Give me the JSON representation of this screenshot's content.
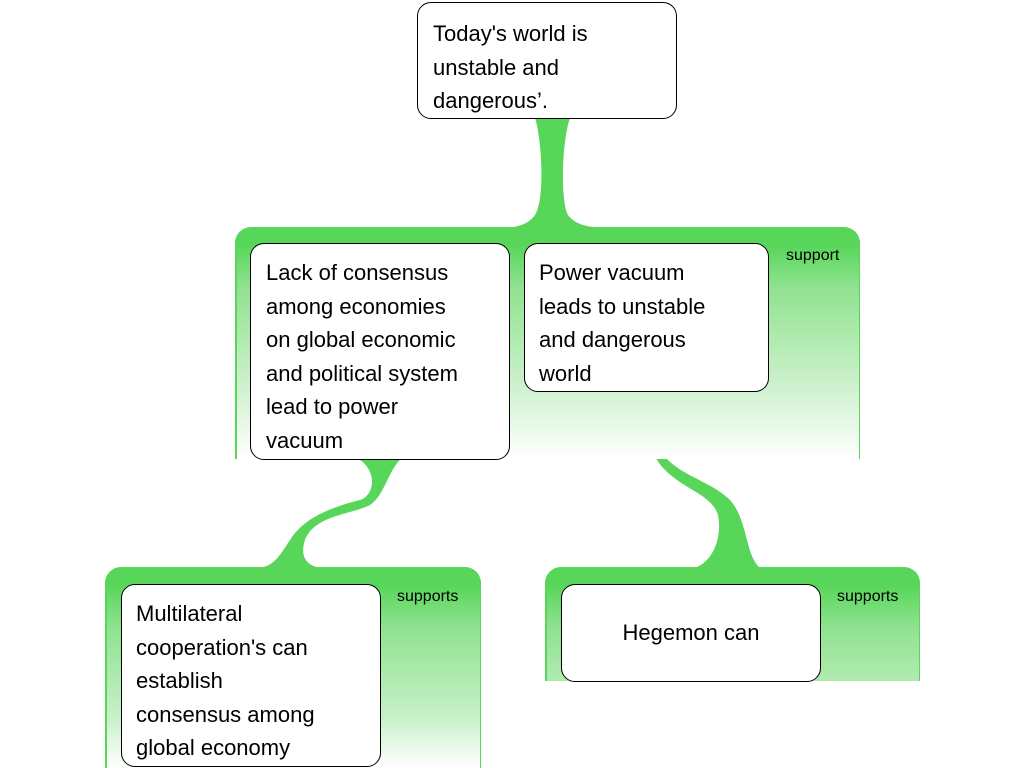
{
  "diagram": {
    "accent_color": "#58d65a",
    "root": {
      "lines": [
        "Today's world is",
        "unstable and",
        "dangerous’."
      ]
    },
    "groups": [
      {
        "label": "support"
      },
      {
        "label": "supports"
      },
      {
        "label": "supports"
      }
    ],
    "nodes": {
      "lack_of_consensus": {
        "lines": [
          "Lack of consensus",
          "among economies",
          "on global economic",
          "and political system",
          "lead to power",
          "vacuum"
        ]
      },
      "power_vacuum": {
        "lines": [
          "Power vacuum",
          "leads to unstable",
          "and dangerous",
          "world"
        ]
      },
      "multilateral": {
        "lines": [
          "Multilateral",
          "cooperation's can",
          "establish",
          "consensus among",
          "global economy"
        ]
      },
      "hegemon": {
        "lines": [
          "Hegemon can"
        ]
      }
    }
  }
}
